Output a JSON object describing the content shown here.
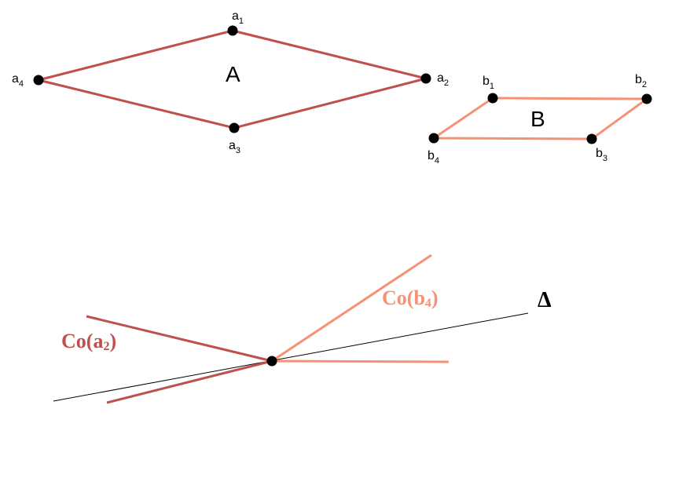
{
  "colors": {
    "polygon_a": "#c0504d",
    "polygon_b": "#f79174",
    "vertex": "#000000",
    "line_delta": "#000000"
  },
  "polygon_a": {
    "label": "A",
    "vertices": [
      {
        "name": "a",
        "sub": "1"
      },
      {
        "name": "a",
        "sub": "2"
      },
      {
        "name": "a",
        "sub": "3"
      },
      {
        "name": "a",
        "sub": "4"
      }
    ]
  },
  "polygon_b": {
    "label": "B",
    "vertices": [
      {
        "name": "b",
        "sub": "1"
      },
      {
        "name": "b",
        "sub": "2"
      },
      {
        "name": "b",
        "sub": "3"
      },
      {
        "name": "b",
        "sub": "4"
      }
    ]
  },
  "cone_a": {
    "label": "Co(",
    "arg": "a",
    "arg_sub": "2",
    "close": ")"
  },
  "cone_b": {
    "label": "Co(",
    "arg": "b",
    "arg_sub": "4",
    "close": ")"
  },
  "line": {
    "label": "Δ"
  }
}
